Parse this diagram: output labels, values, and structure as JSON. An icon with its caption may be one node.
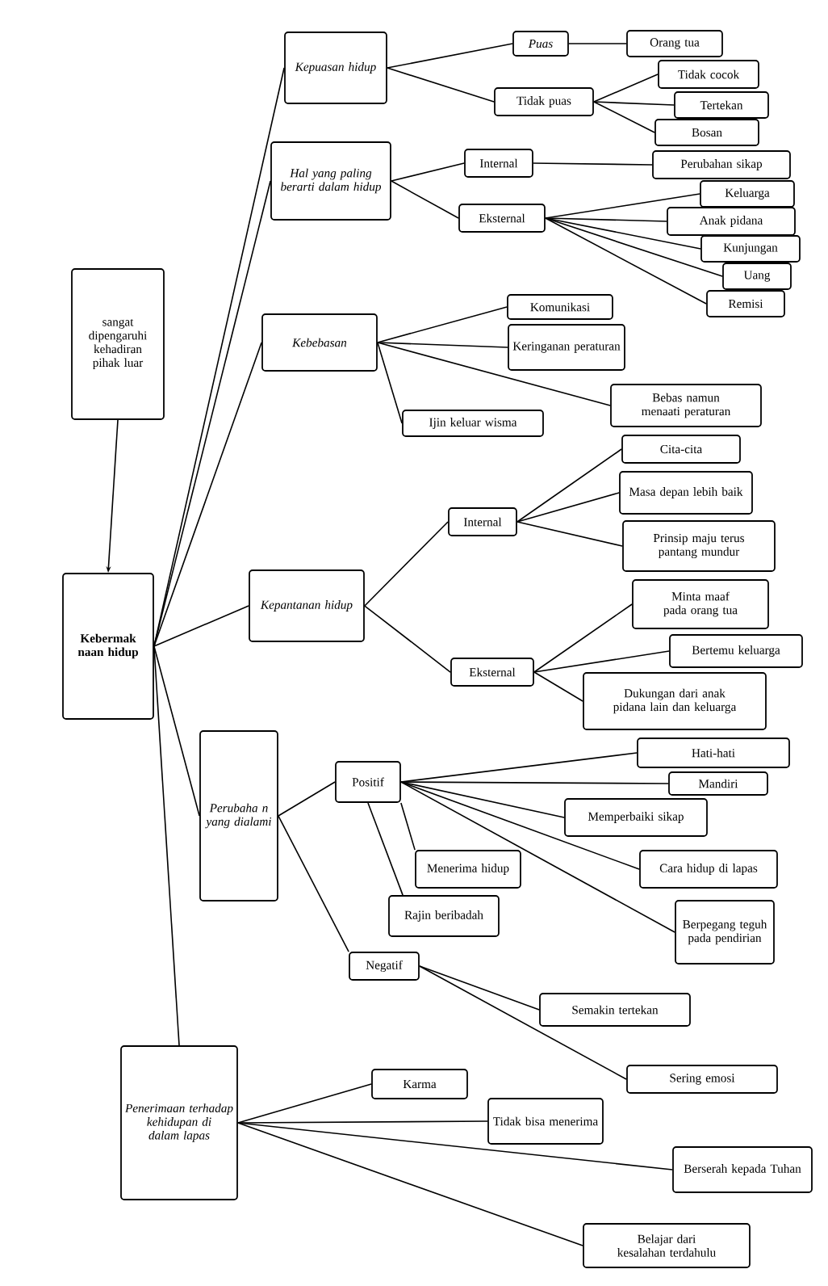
{
  "diagram": {
    "nodes": [
      {
        "text": [
          "Kebermak naan hidup"
        ]
      },
      {
        "text": [
          "sangat dipengaruhi kehadiran pihak luar"
        ]
      },
      {
        "text": [
          "Kepuasan hidup"
        ]
      },
      {
        "text": [
          "Puas"
        ]
      },
      {
        "text": [
          "Orang tua"
        ]
      },
      {
        "text": [
          "Tidak puas"
        ]
      },
      {
        "text": [
          "Tidak cocok"
        ]
      },
      {
        "text": [
          "Tertekan"
        ]
      },
      {
        "text": [
          "Bosan"
        ]
      },
      {
        "text": [
          "Hal yang paling berarti dalam hidup"
        ]
      },
      {
        "text": [
          "Internal"
        ]
      },
      {
        "text": [
          "Perubahan sikap"
        ]
      },
      {
        "text": [
          "Eksternal"
        ]
      },
      {
        "text": [
          "Keluarga"
        ]
      },
      {
        "text": [
          "Anak pidana"
        ]
      },
      {
        "text": [
          "Kunjungan"
        ]
      },
      {
        "text": [
          "Uang"
        ]
      },
      {
        "text": [
          "Remisi"
        ]
      },
      {
        "text": [
          "Kebebasan"
        ]
      },
      {
        "text": [
          "Komunikasi"
        ]
      },
      {
        "text": [
          "Keringanan peraturan"
        ]
      },
      {
        "text": [
          "Bebas namun menaati peraturan"
        ]
      },
      {
        "text": [
          "Ijin keluar wisma"
        ]
      },
      {
        "text": [
          "Kepantanan hidup"
        ]
      },
      {
        "text": [
          "Internal"
        ]
      },
      {
        "text": [
          "Cita-cita"
        ]
      },
      {
        "text": [
          "Masa depan lebih baik"
        ]
      },
      {
        "text": [
          "Prinsip maju terus pantang mundur"
        ]
      },
      {
        "text": [
          "Eksternal"
        ]
      },
      {
        "text": [
          "Minta maaf pada orang tua"
        ]
      },
      {
        "text": [
          "Bertemu keluarga"
        ]
      },
      {
        "text": [
          "Dukungan dari anak pidana lain dan keluarga"
        ]
      },
      {
        "text": [
          "Perubaha n yang dialami"
        ]
      },
      {
        "text": [
          "Positif"
        ]
      },
      {
        "text": [
          "Hati-hati"
        ]
      },
      {
        "text": [
          "Mandiri"
        ]
      },
      {
        "text": [
          "Memperbaiki sikap"
        ]
      },
      {
        "text": [
          "Cara hidup di lapas"
        ]
      },
      {
        "text": [
          "Berpegang teguh pada pendirian"
        ]
      },
      {
        "text": [
          "Menerima hidup"
        ]
      },
      {
        "text": [
          "Rajin beribadah"
        ]
      },
      {
        "text": [
          "Negatif"
        ]
      },
      {
        "text": [
          "Semakin tertekan"
        ]
      },
      {
        "text": [
          "Sering emosi"
        ]
      },
      {
        "text": [
          "Penerimaan terhadap kehidupan di dalam lapas"
        ]
      },
      {
        "text": [
          "Karma"
        ]
      },
      {
        "text": [
          "Tidak bisa menerima"
        ]
      },
      {
        "text": [
          "Berserah kepada Tuhan"
        ]
      },
      {
        "text": [
          "Belajar dari kesalahan terdahulu"
        ]
      }
    ],
    "edges": [
      {
        "from": 1,
        "to": 0,
        "arrow": "to"
      },
      {
        "from": 0,
        "to": 2,
        "arrow": "none"
      },
      {
        "from": 0,
        "to": 9,
        "arrow": "none"
      },
      {
        "from": 0,
        "to": 18,
        "arrow": "none"
      },
      {
        "from": 0,
        "to": 23,
        "arrow": "none"
      },
      {
        "from": 0,
        "to": 32,
        "arrow": "none"
      },
      {
        "from": 0,
        "to": 44,
        "arrow": "none"
      },
      {
        "from": 2,
        "to": 3,
        "arrow": "none"
      },
      {
        "from": 2,
        "to": 5,
        "arrow": "none"
      },
      {
        "from": 3,
        "to": 4,
        "arrow": "none"
      },
      {
        "from": 5,
        "to": 6,
        "arrow": "none"
      },
      {
        "from": 5,
        "to": 7,
        "arrow": "none"
      },
      {
        "from": 5,
        "to": 8,
        "arrow": "none"
      },
      {
        "from": 9,
        "to": 10,
        "arrow": "none"
      },
      {
        "from": 9,
        "to": 12,
        "arrow": "none"
      },
      {
        "from": 10,
        "to": 11,
        "arrow": "none"
      },
      {
        "from": 12,
        "to": 13,
        "arrow": "none"
      },
      {
        "from": 12,
        "to": 14,
        "arrow": "none"
      },
      {
        "from": 12,
        "to": 15,
        "arrow": "none"
      },
      {
        "from": 12,
        "to": 16,
        "arrow": "none"
      },
      {
        "from": 12,
        "to": 17,
        "arrow": "none"
      },
      {
        "from": 18,
        "to": 19,
        "arrow": "none"
      },
      {
        "from": 18,
        "to": 20,
        "arrow": "none"
      },
      {
        "from": 18,
        "to": 21,
        "arrow": "none"
      },
      {
        "from": 18,
        "to": 22,
        "arrow": "none"
      },
      {
        "from": 23,
        "to": 24,
        "arrow": "none"
      },
      {
        "from": 23,
        "to": 28,
        "arrow": "none"
      },
      {
        "from": 24,
        "to": 25,
        "arrow": "none"
      },
      {
        "from": 24,
        "to": 26,
        "arrow": "none"
      },
      {
        "from": 24,
        "to": 27,
        "arrow": "none"
      },
      {
        "from": 28,
        "to": 29,
        "arrow": "none"
      },
      {
        "from": 28,
        "to": 30,
        "arrow": "none"
      },
      {
        "from": 28,
        "to": 31,
        "arrow": "none"
      },
      {
        "from": 32,
        "to": 33,
        "arrow": "none"
      },
      {
        "from": 32,
        "to": 41,
        "arrow": "none"
      },
      {
        "from": 33,
        "to": 34,
        "arrow": "none"
      },
      {
        "from": 33,
        "to": 35,
        "arrow": "none"
      },
      {
        "from": 33,
        "to": 36,
        "arrow": "none"
      },
      {
        "from": 33,
        "to": 37,
        "arrow": "none"
      },
      {
        "from": 33,
        "to": 38,
        "arrow": "none"
      },
      {
        "from": 33,
        "to": 39,
        "arrow": "none"
      },
      {
        "from": 33,
        "to": 40,
        "arrow": "none"
      },
      {
        "from": 41,
        "to": 42,
        "arrow": "none"
      },
      {
        "from": 41,
        "to": 43,
        "arrow": "none"
      },
      {
        "from": 44,
        "to": 45,
        "arrow": "none"
      },
      {
        "from": 44,
        "to": 46,
        "arrow": "none"
      },
      {
        "from": 44,
        "to": 47,
        "arrow": "none"
      },
      {
        "from": 44,
        "to": 48,
        "arrow": "none"
      }
    ]
  }
}
